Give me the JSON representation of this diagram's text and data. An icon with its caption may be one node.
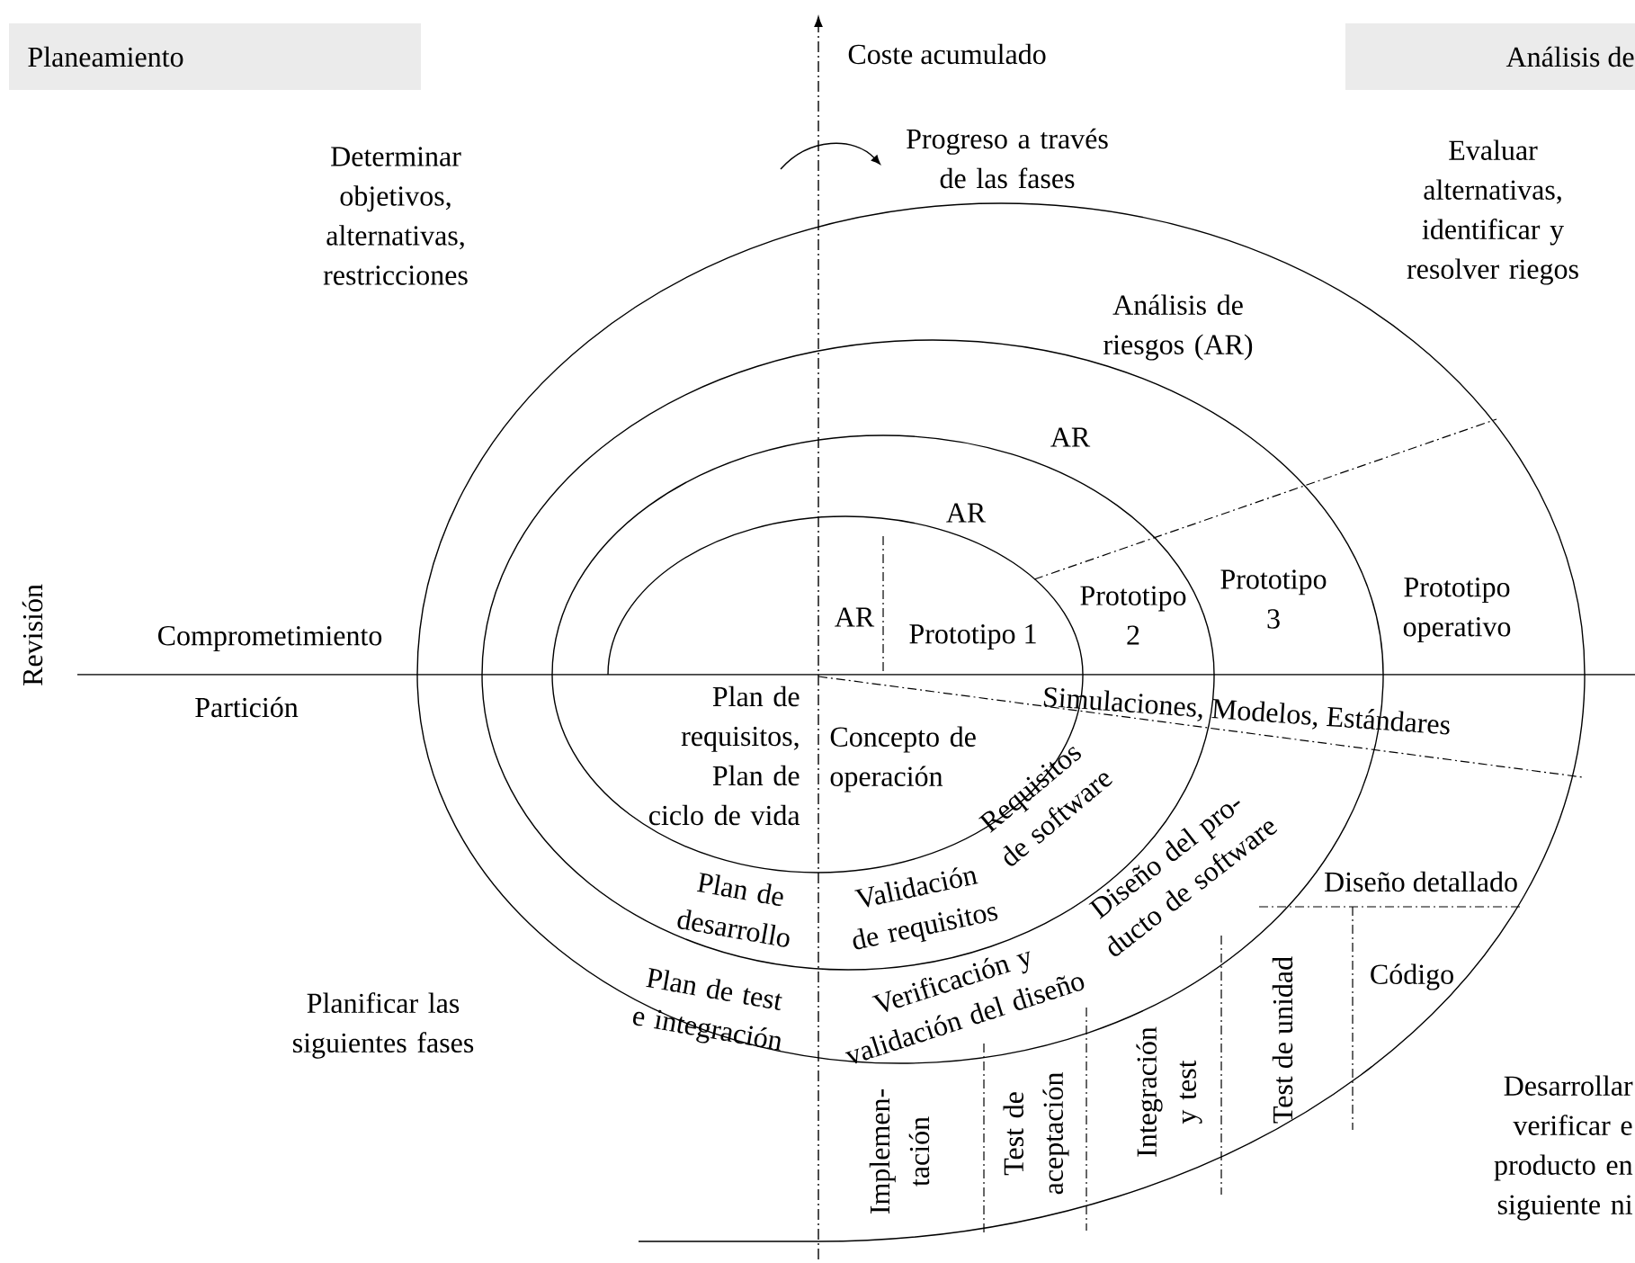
{
  "diagram": {
    "nodes": [
      {
        "text": [
          "Planeamiento"
        ]
      },
      {
        "text": [
          "Análisis de"
        ]
      }
    ],
    "labels": [
      "Coste acumulado",
      "Progreso a través de las fases",
      "Determinar objetivos, alternativas, restricciones",
      "Evaluar alternativas, identificar y resolver riegos",
      "Análisis de riesgos (AR)",
      "AR",
      "AR",
      "Revisión",
      "AR",
      "Comprometimiento",
      "Prototipo 1",
      "Prototipo 2",
      "Prototipo 3",
      "Prototipo operativo",
      "Partición",
      "Plan de requisitos, Plan de ciclo de vida",
      "Concepto de operación",
      "Simulaciones, Modelos, Estándares",
      "Requisitos de software",
      "Diseño del pro- ducto de software",
      "Plan de desarrollo",
      "Validación de requisitos",
      "Diseño detallado",
      "Planificar las siguientes fases",
      "Plan de test e integración",
      "Verificación y validación del diseño",
      "Código",
      "Implemen- tación",
      "Test de aceptación",
      "Integración y test",
      "Test de unidad",
      "Desarrollar verificar e producto en siguiente ni"
    ]
  }
}
